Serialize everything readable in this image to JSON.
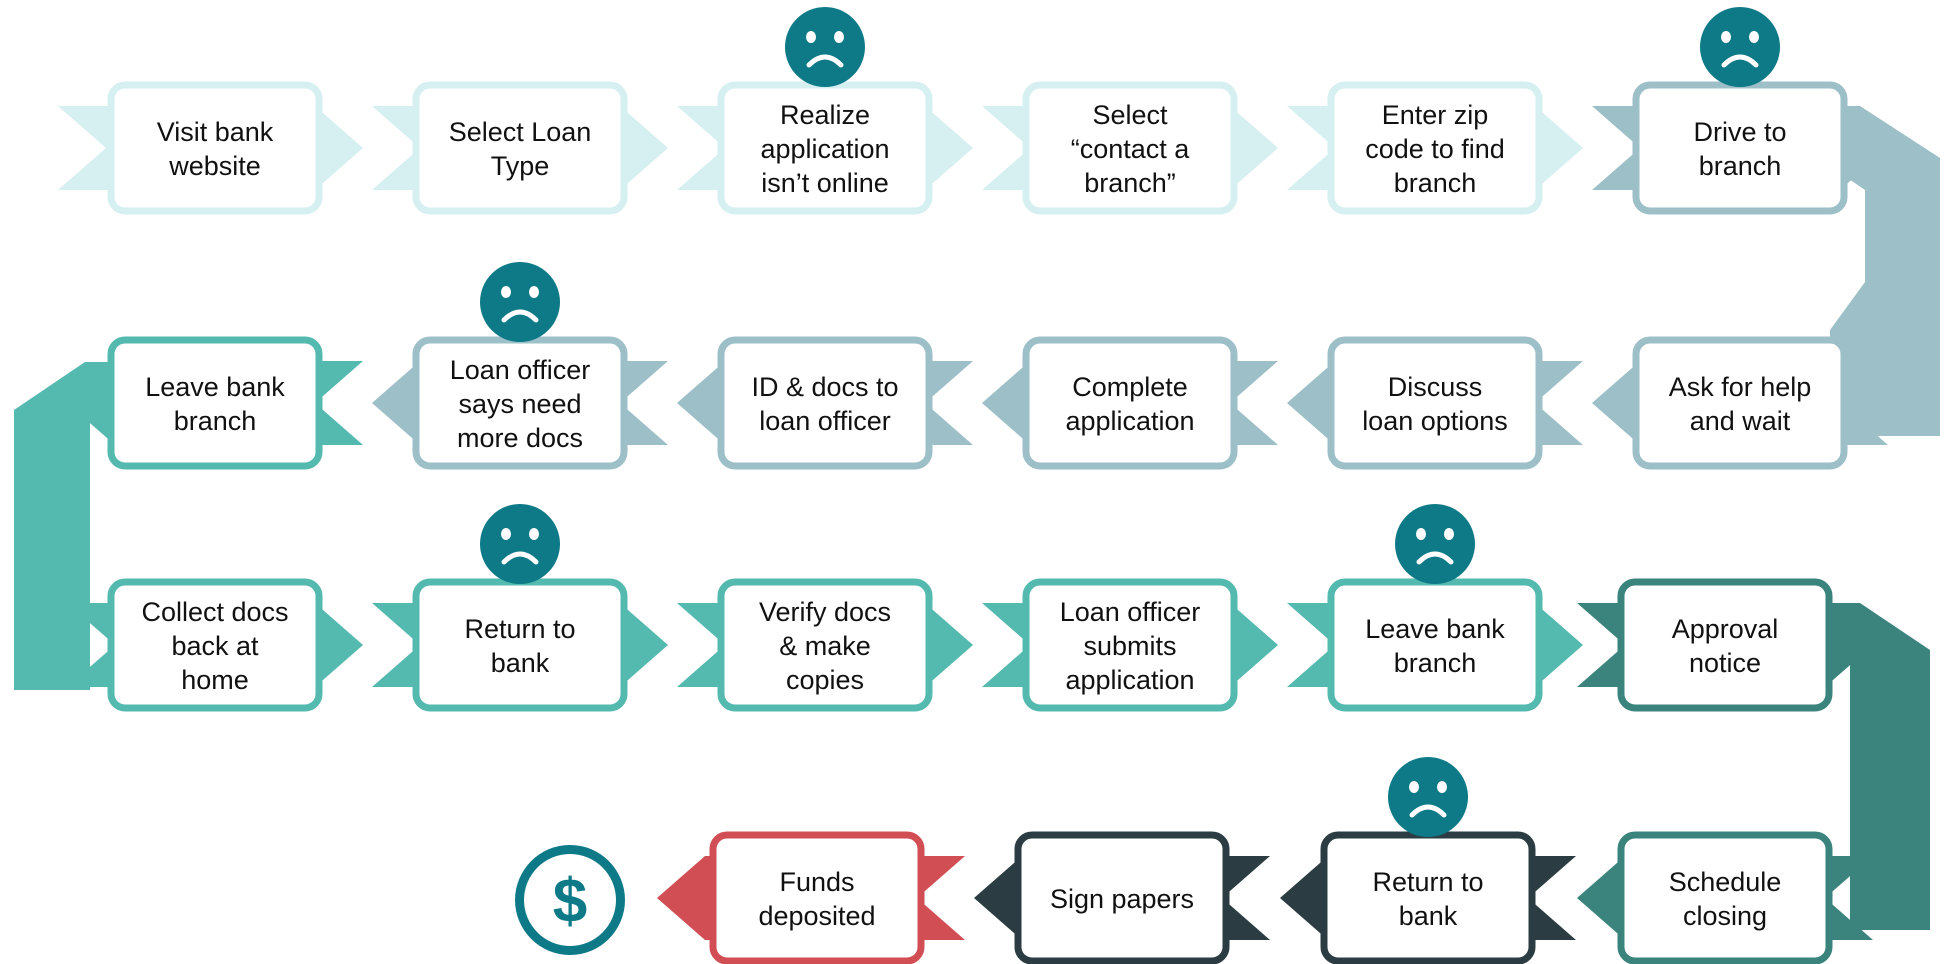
{
  "colors": {
    "row1_light": "#d6eff1",
    "row1_dark": "#9cbfc8",
    "row2": "#9cbfc8",
    "row2_transition": "#54b9ae",
    "row3": "#54b9ae",
    "row3_transition": "#3b847d",
    "row4_dark": "#2b3d43",
    "row4_final": "#d24e55",
    "sad_face": "#0e7a88",
    "dollar_icon": "#0e7a88"
  },
  "steps": [
    {
      "id": "visit-bank-website",
      "lines": [
        "Visit bank",
        "website"
      ],
      "sad": false
    },
    {
      "id": "select-loan-type",
      "lines": [
        "Select Loan",
        "Type"
      ],
      "sad": false
    },
    {
      "id": "realize-application-not-online",
      "lines": [
        "Realize",
        "application",
        "isn’t online"
      ],
      "sad": true
    },
    {
      "id": "select-contact-a-branch",
      "lines": [
        "Select",
        "“contact a",
        "branch”"
      ],
      "sad": false
    },
    {
      "id": "enter-zip-code",
      "lines": [
        "Enter zip",
        "code to find",
        "branch"
      ],
      "sad": false
    },
    {
      "id": "drive-to-branch",
      "lines": [
        "Drive to",
        "branch"
      ],
      "sad": true
    },
    {
      "id": "ask-for-help",
      "lines": [
        "Ask for help",
        "and wait"
      ],
      "sad": false
    },
    {
      "id": "discuss-loan-options",
      "lines": [
        "Discuss",
        "loan options"
      ],
      "sad": false
    },
    {
      "id": "complete-application",
      "lines": [
        "Complete",
        "application"
      ],
      "sad": false
    },
    {
      "id": "id-docs-to-loan-officer",
      "lines": [
        "ID & docs to",
        "loan officer"
      ],
      "sad": false
    },
    {
      "id": "loan-officer-needs-more-docs",
      "lines": [
        "Loan officer",
        "says need",
        "more docs"
      ],
      "sad": true
    },
    {
      "id": "leave-bank-branch-1",
      "lines": [
        "Leave bank",
        "branch"
      ],
      "sad": false
    },
    {
      "id": "collect-docs-at-home",
      "lines": [
        "Collect docs",
        "back at",
        "home"
      ],
      "sad": false
    },
    {
      "id": "return-to-bank-1",
      "lines": [
        "Return to",
        "bank"
      ],
      "sad": true
    },
    {
      "id": "verify-docs",
      "lines": [
        "Verify docs",
        "& make",
        "copies"
      ],
      "sad": false
    },
    {
      "id": "loan-officer-submits",
      "lines": [
        "Loan officer",
        "submits",
        "application"
      ],
      "sad": false
    },
    {
      "id": "leave-bank-branch-2",
      "lines": [
        "Leave bank",
        "branch"
      ],
      "sad": true
    },
    {
      "id": "approval-notice",
      "lines": [
        "Approval",
        "notice"
      ],
      "sad": false
    },
    {
      "id": "schedule-closing",
      "lines": [
        "Schedule",
        "closing"
      ],
      "sad": false
    },
    {
      "id": "return-to-bank-2",
      "lines": [
        "Return to",
        "bank"
      ],
      "sad": true
    },
    {
      "id": "sign-papers",
      "lines": [
        "Sign papers"
      ],
      "sad": false
    },
    {
      "id": "funds-deposited",
      "lines": [
        "Funds",
        "deposited"
      ],
      "sad": false
    }
  ],
  "final_icon": {
    "name": "dollar-icon",
    "symbol": "$"
  }
}
